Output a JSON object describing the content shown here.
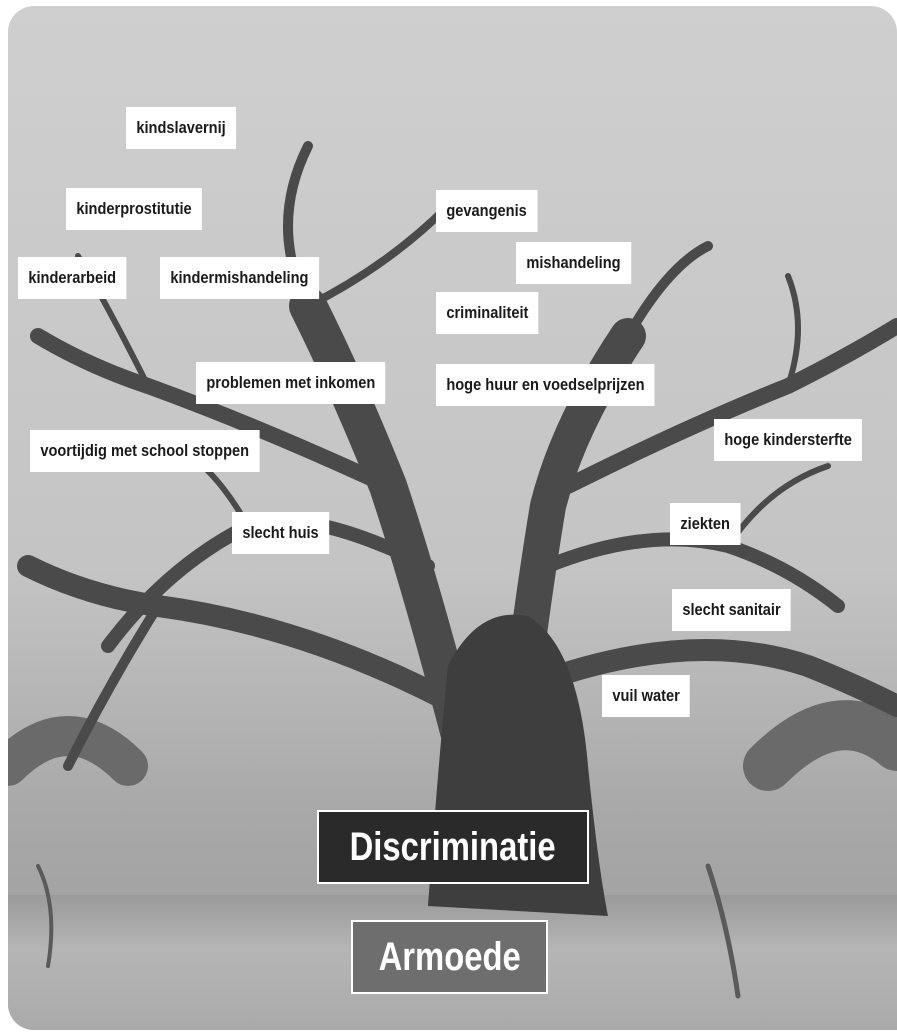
{
  "diagram": {
    "root": "Armoede",
    "trunk": "Discriminatie",
    "branches": [
      "kindslavernij",
      "kinderprostitutie",
      "gevangenis",
      "kinderarbeid",
      "kindermishandeling",
      "mishandeling",
      "criminaliteit",
      "problemen met inkomen",
      "hoge huur en voedselprijzen",
      "hoge kindersterfte",
      "voortijdig met school stoppen",
      "slecht huis",
      "ziekten",
      "slecht sanitair",
      "vuil water"
    ]
  },
  "colors": {
    "sky": "#c8c8c8",
    "ground": "#a8a8a8",
    "tree": "#4a4a4a",
    "label_bg": "#ffffff",
    "label_text": "#1a1a1a",
    "trunk_box": "#2a2a2a",
    "root_box": "#6e6e6e"
  },
  "image": {
    "subject": "baobab-tree-photo"
  }
}
